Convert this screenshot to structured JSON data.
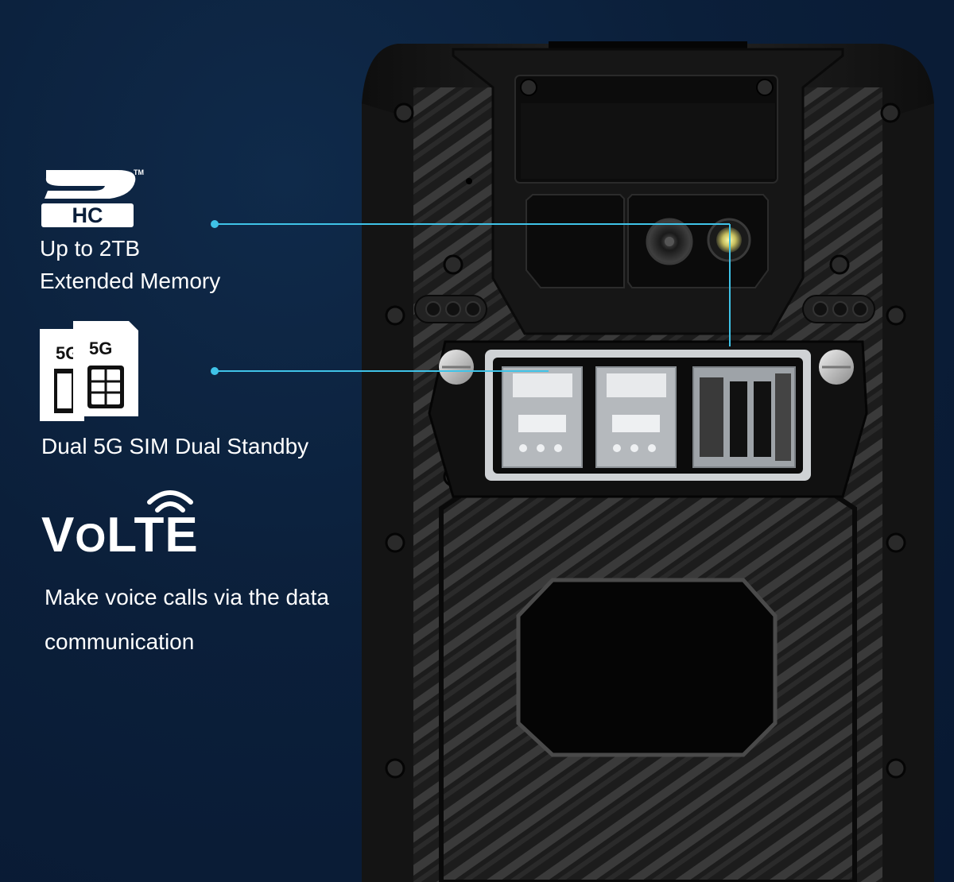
{
  "features": {
    "sd": {
      "logo_top": "SD",
      "logo_bottom": "HC",
      "trademark": "TM",
      "line1": "Up to 2TB",
      "line2": "Extended Memory"
    },
    "sim": {
      "card_label_back": "5G",
      "card_label_front": "5G",
      "caption": "Dual 5G SIM Dual Standby"
    },
    "volte": {
      "logo_text_v": "V",
      "logo_text_o": "O",
      "logo_text_lte": "LTE",
      "line1": "Make voice calls via the data",
      "line2": "communication"
    }
  },
  "colors": {
    "background": "#0b1f3a",
    "callout_line": "#3fc3e8",
    "phone_body": "#1a1a1a",
    "sim_tray": "#bfc3c7"
  }
}
